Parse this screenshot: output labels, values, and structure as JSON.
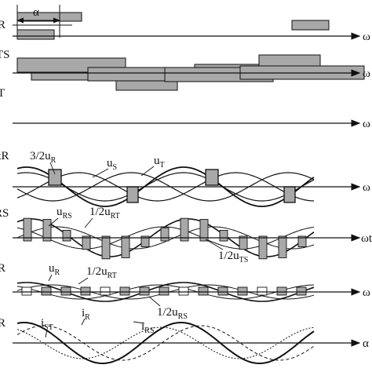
{
  "panel_labels": [
    "-R",
    "TS",
    "-T",
    "kR",
    "RS",
    "R",
    "-R"
  ],
  "axis_labels": [
    "ω",
    "ω",
    "ω",
    "ω",
    "ωt",
    "ω",
    "α"
  ],
  "alpha_label": "α",
  "annotations": {
    "p3_half_uR": {
      "pre": "3/2u",
      "sub": "R"
    },
    "p3_uS": {
      "pre": "u",
      "sub": "S"
    },
    "p3_uT": {
      "pre": "u",
      "sub": "T"
    },
    "p4_uRS": {
      "pre": "u",
      "sub": "RS"
    },
    "p4_half_uRT": {
      "pre": "1/2u",
      "sub": "RT"
    },
    "p4_half_uTS": {
      "pre": "1/2u",
      "sub": "TS"
    },
    "p5_uR": {
      "pre": "u",
      "sub": "R"
    },
    "p5_half_uRT": {
      "pre": "1/2u",
      "sub": "RT"
    },
    "p5_half_uRS": {
      "pre": "1/2u",
      "sub": "RS"
    },
    "p6_iST": {
      "pre": "i",
      "sub": "ST"
    },
    "p6_iR": {
      "pre": "i",
      "sub": "R"
    },
    "p6_iRS": {
      "pre": "i",
      "sub": "RS"
    }
  },
  "colors": {
    "fill": "#a8a8a8",
    "line": "#111111",
    "background": "#ffffff"
  }
}
